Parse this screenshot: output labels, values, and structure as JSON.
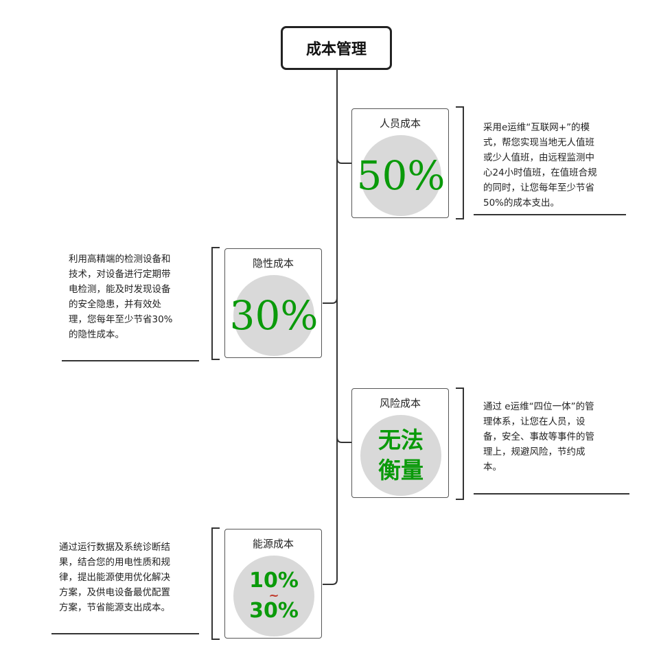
{
  "root": {
    "label": "成本管理"
  },
  "branches": [
    {
      "title": "人员成本",
      "value": "50%",
      "description": "采用e运维“互联网+”的模\n式，帮您实现当地无人值班\n或少人值班，由远程监测中\n心24小时值班，在值班合规\n的同时，让您每年至少节省\n50%的成本支出。"
    },
    {
      "title": "隐性成本",
      "value": "30%",
      "description": "利用高精端的检测设备和\n技术，对设备进行定期带\n电检测，能及时发现设备\n的安全隐患，并有效处\n理，您每年至少节省30%\n的隐性成本。"
    },
    {
      "title": "风险成本",
      "value_line1": "无法",
      "value_line2": "衡量",
      "description": "通过 e运维“四位一体”的管\n理体系，让您在人员，设\n备，安全、事故等事件的管\n理上，规避风险，节约成\n本。"
    },
    {
      "title": "能源成本",
      "value_from": "10%",
      "value_sep": "~",
      "value_to": "30%",
      "description": "通过运行数据及系统诊断结\n果，结合您的用电性质和规\n律，提出能源使用优化解决\n方案，及供电设备最优配置\n方案，节省能源支出成本。"
    }
  ],
  "colors": {
    "value_green": "#0a9a0a",
    "circle_gray": "#d9d9d9",
    "tilde_red": "#c0392b"
  }
}
